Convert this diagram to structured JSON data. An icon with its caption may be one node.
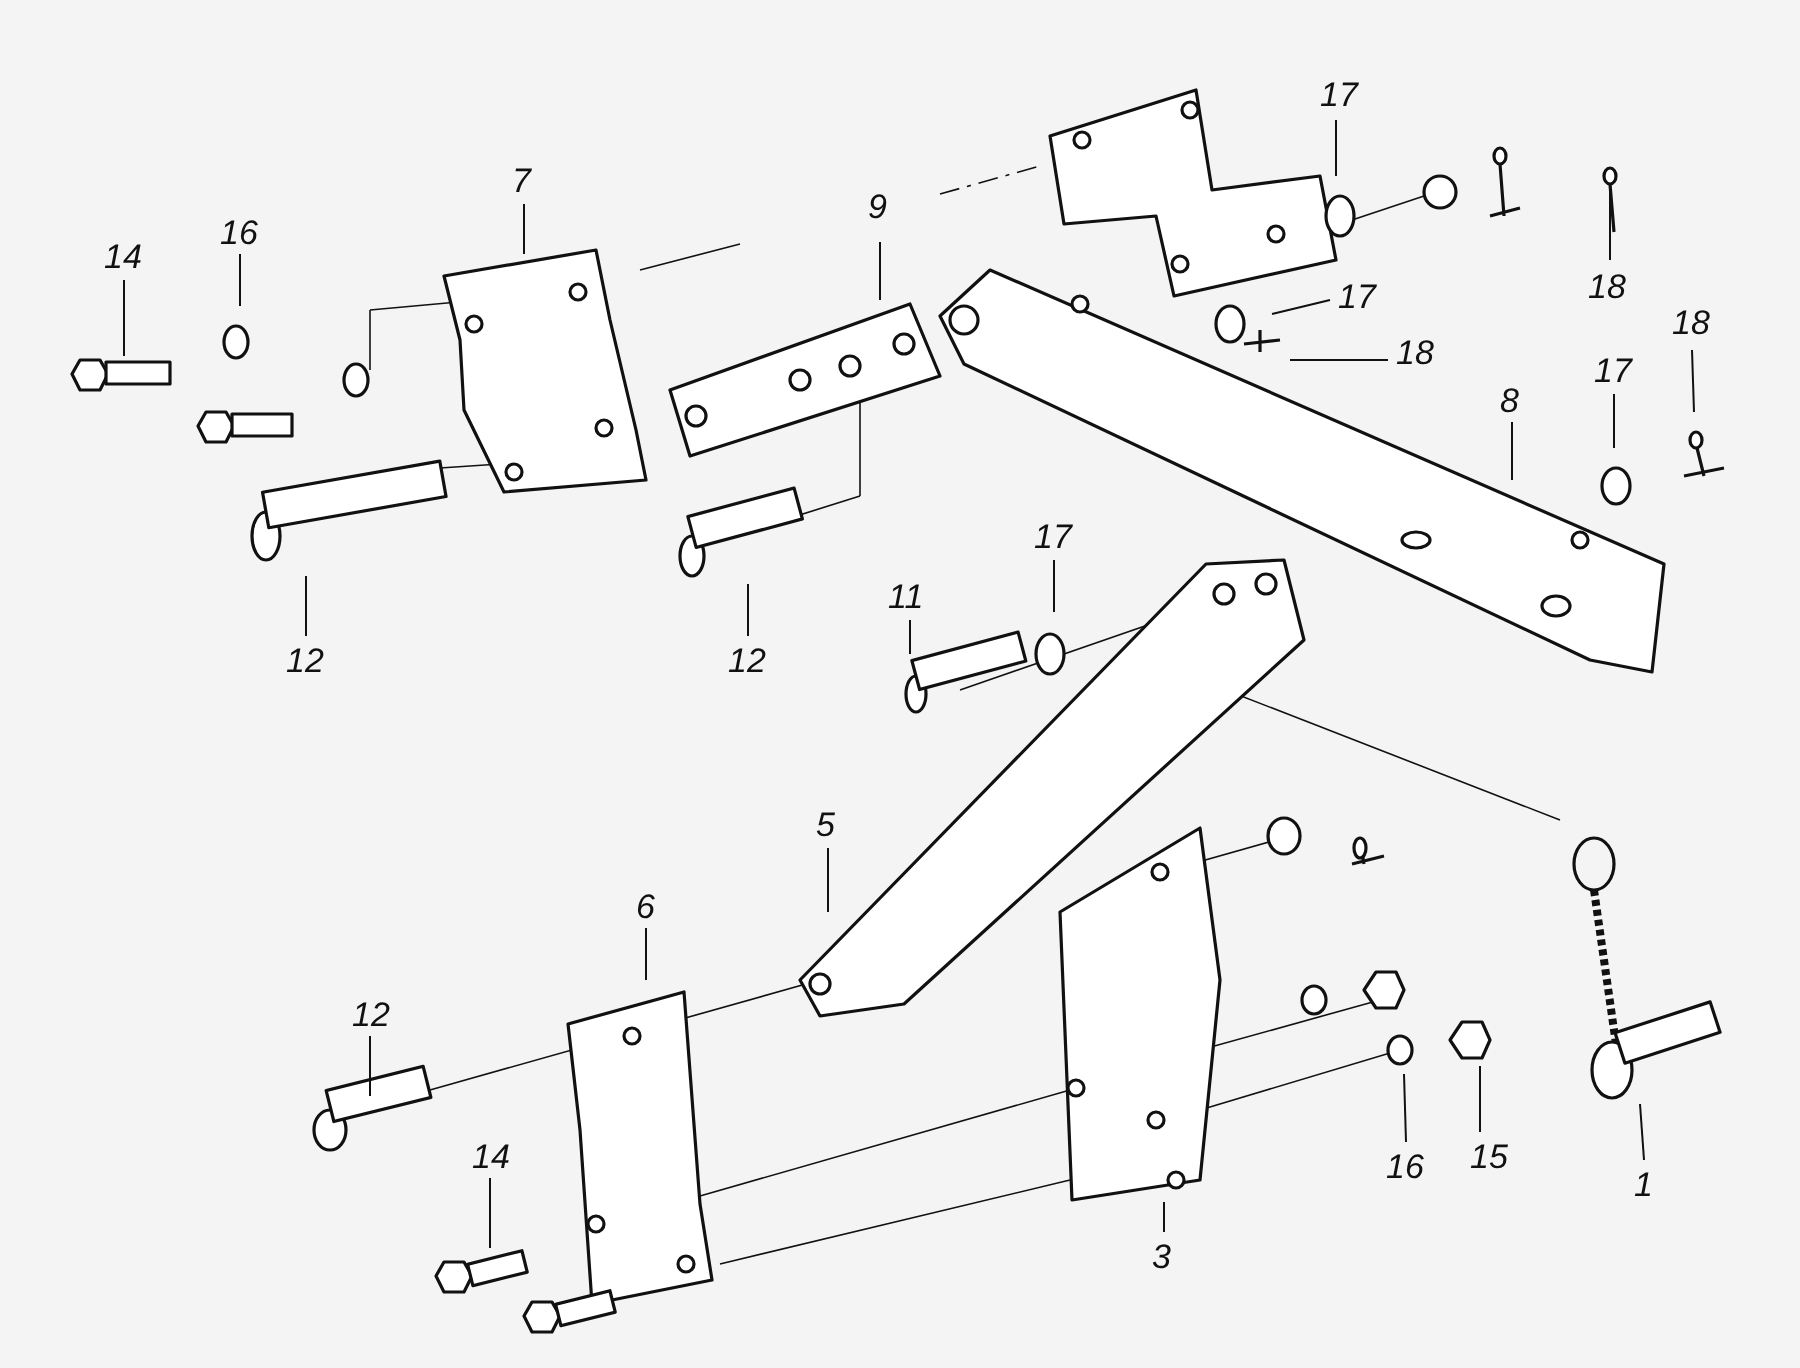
{
  "diagram": {
    "nodes": [
      {
        "text": [
          "17"
        ]
      },
      {
        "text": [
          "7"
        ]
      },
      {
        "text": [
          "9"
        ]
      },
      {
        "text": [
          "16"
        ]
      },
      {
        "text": [
          "14"
        ]
      },
      {
        "text": [
          "18"
        ]
      },
      {
        "text": [
          "17"
        ]
      },
      {
        "text": [
          "18"
        ]
      },
      {
        "text": [
          "18"
        ]
      },
      {
        "text": [
          "17"
        ]
      },
      {
        "text": [
          "8"
        ]
      },
      {
        "text": [
          "17"
        ]
      },
      {
        "text": [
          "11"
        ]
      },
      {
        "text": [
          "12"
        ]
      },
      {
        "text": [
          "12"
        ]
      },
      {
        "text": [
          "5"
        ]
      },
      {
        "text": [
          "6"
        ]
      },
      {
        "text": [
          "12"
        ]
      },
      {
        "text": [
          "14"
        ]
      },
      {
        "text": [
          "15"
        ]
      },
      {
        "text": [
          "16"
        ]
      },
      {
        "text": [
          "1"
        ]
      },
      {
        "text": [
          "3"
        ]
      }
    ],
    "edges": [
      {
        "from": 0,
        "to": null,
        "arrow": "none"
      },
      {
        "from": 1,
        "to": null,
        "arrow": "none"
      },
      {
        "from": 2,
        "to": null,
        "arrow": "none"
      },
      {
        "from": 3,
        "to": null,
        "arrow": "none"
      },
      {
        "from": 4,
        "to": null,
        "arrow": "none"
      },
      {
        "from": 5,
        "to": null,
        "arrow": "none"
      },
      {
        "from": 6,
        "to": null,
        "arrow": "none"
      },
      {
        "from": 7,
        "to": null,
        "arrow": "none"
      },
      {
        "from": 8,
        "to": null,
        "arrow": "none"
      },
      {
        "from": 9,
        "to": null,
        "arrow": "none"
      },
      {
        "from": 10,
        "to": null,
        "arrow": "none"
      },
      {
        "from": 11,
        "to": null,
        "arrow": "none"
      },
      {
        "from": 12,
        "to": null,
        "arrow": "none"
      },
      {
        "from": 13,
        "to": null,
        "arrow": "none"
      },
      {
        "from": 14,
        "to": null,
        "arrow": "none"
      },
      {
        "from": 15,
        "to": null,
        "arrow": "none"
      },
      {
        "from": 16,
        "to": null,
        "arrow": "none"
      },
      {
        "from": 17,
        "to": null,
        "arrow": "none"
      },
      {
        "from": 18,
        "to": null,
        "arrow": "none"
      },
      {
        "from": 19,
        "to": null,
        "arrow": "none"
      },
      {
        "from": 20,
        "to": null,
        "arrow": "none"
      },
      {
        "from": 21,
        "to": null,
        "arrow": "none"
      },
      {
        "from": 22,
        "to": null,
        "arrow": "none"
      }
    ]
  }
}
